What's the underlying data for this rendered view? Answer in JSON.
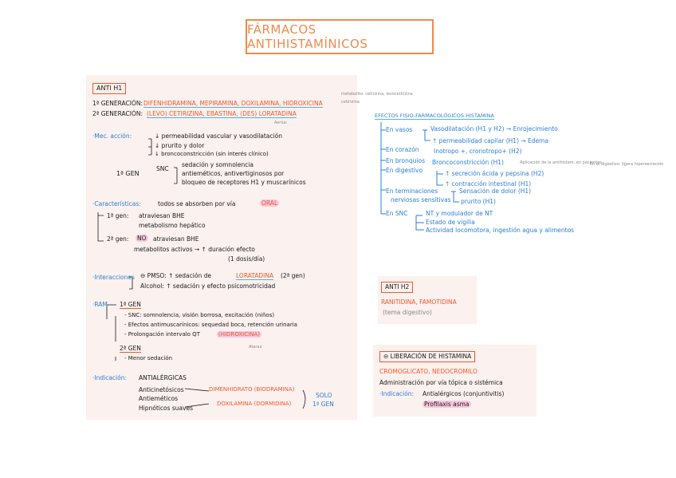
{
  "title": "FÁRMACOS ANTIHISTAMÍNICOS",
  "anti_h1": {
    "header": "ANTI H1",
    "gen1_label": "1ª GENERACIÓN:",
    "gen1_drugs": "DIFENHIDRAMINA, MEPIRAMINA, DOXILAMINA, HIDROXICINA",
    "gen1_note1": "metabolito: cetirizina, levocetirizina",
    "gen1_note2": "cetirizina",
    "gen2_label": "2ª GENERACIÓN:",
    "gen2_drugs": "(LEVO) CETIRIZINA, EBASTINA, (DES) LORATADINA",
    "gen2_note": "Aerius"
  },
  "mec": {
    "label": "·Mec. acción:",
    "l1": "↓ permeabilidad vascular y vasodilatación",
    "l2": "↓ prurito y dolor",
    "l3": "↓ broncoconstricción (sin interés clínico)",
    "gen1": "1ª GEN",
    "snc": "SNC",
    "s1": "sedación y somnolencia",
    "s2": "antieméticos, antivertiginosos por",
    "s3": "bloqueo de receptores H1 y muscarínicos"
  },
  "caract": {
    "label": "·Características:",
    "text": "todos se absorben por vía",
    "oral": "ORAL",
    "g1": "1ª gen:",
    "g1a": "atraviesan BHE",
    "g1b": "metabolismo hepático",
    "g2": "2ª gen:",
    "no": "NO",
    "g2a": "atraviesan BHE",
    "g2b": "metabolitos activos → ↑ duración efecto",
    "g2c": "(1 dosis/día)"
  },
  "inter": {
    "label": "·Interacciones",
    "pomelo": "⊖ PMSO: ↑ sedación de",
    "lorat": "LORATADINA",
    "pomelo_tail": "(2ª gen)",
    "alcohol": "Alcohol: ↑ sedación y efecto psicomotricidad"
  },
  "ram": {
    "label": "·RAM",
    "gen1": "1ª GEN",
    "r1": "- SNC: somnolencia, visión borrosa, excitación (niños)",
    "r2": "- Efectos antimuscarínicos: sequedad boca, retención urinaria",
    "r3": "- Prolongación intervalo QT",
    "r3b": "(HIDROXICINA)",
    "r3note": "Atarax",
    "gen2": "2ª GEN",
    "r4": "- Menor sedación"
  },
  "ind": {
    "label": "·Indicación:",
    "main": "ANTIALÉRGICAS",
    "a1": "Anticinetósicos",
    "a1d": "DIMENHIDRATO (BIODRAMINA)",
    "a2": "Antieméticos",
    "a3": "Hipnóticos suaves",
    "a3d": "DOXILAMINA (DORMIDINA)",
    "solo": "SOLO",
    "gen": "1ª GEN"
  },
  "efectos": {
    "title": "EFECTOS FISIO-FARMACOLÓGICOS HISTAMINA",
    "vasos": "En vasos",
    "v1": "Vasodilatación (H1 y H2) → Enrojecimiento",
    "v2": "↑ permeabilidad capilar (H1) → Edema",
    "corazon": "En corazón",
    "c1": "Inotropo +, cronotropo+ (H2)",
    "bronquios": "En bronquios",
    "b1": "Broncoconstricción (H1)",
    "b1note": "Aplicación de la antihistam. en pacientes",
    "digestivo": "En digestivo",
    "d1": "↑ secreción ácida y pepsina (H2)",
    "d2": "↑ contracción intestinal (H1)",
    "dnote": "En el digestivo: ligera hipersecreción",
    "term1": "En terminaciones",
    "term2": "nerviosas sensitivas",
    "t1": "Sensación de dolor (H1)",
    "t2": "prurito (H1)",
    "snc": "En SNC",
    "n1": "NT y modulador de NT",
    "n2": "Estado de vigilia",
    "n3": "Actividad locomotora, ingestión agua y alimentos"
  },
  "anti_h2": {
    "header": "ANTI H2",
    "drugs": "RANITIDINA, FAMOTIDINA",
    "note": "(tema digestivo)"
  },
  "liberacion": {
    "header": "⊖ LIBERACIÓN DE HISTAMINA",
    "drugs": "CROMOGLICATO, NEDOCROMILO",
    "admin": "Administración por vía tópica o sistémica",
    "ind_label": "·Indicación:",
    "ind1": "Antialérgicos (conjuntivitis)",
    "ind2": "Profilaxis asma"
  },
  "colors": {
    "orange": "#f0592a",
    "blue": "#2b7fd4",
    "panel": "#fbf1ef"
  }
}
